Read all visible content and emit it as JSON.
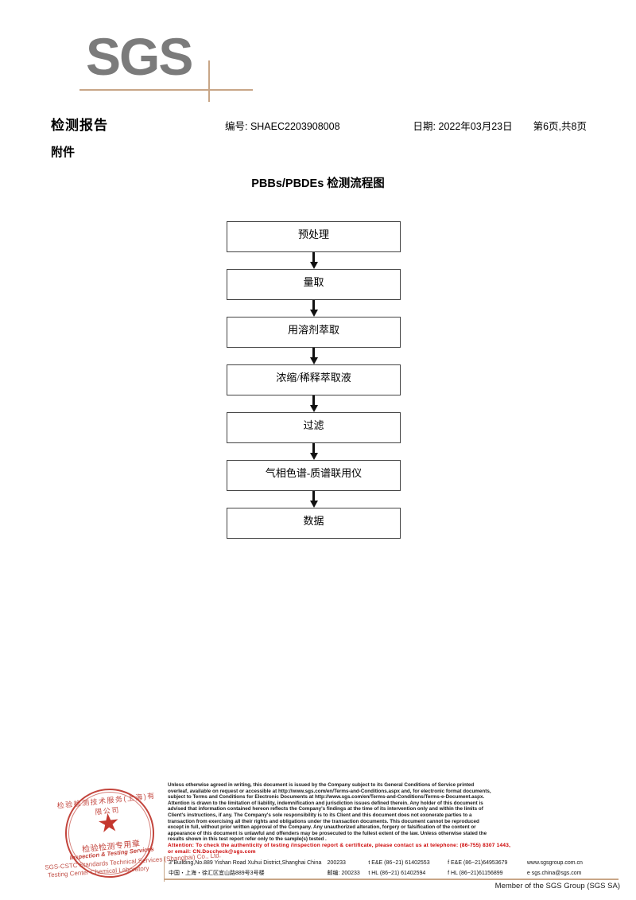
{
  "logo": {
    "text": "SGS"
  },
  "header": {
    "doc_title": "检测报告",
    "doc_subtitle": "附件",
    "report_no": "编号: SHAEC2203908008",
    "date": "日期: 2022年03月23日",
    "page": "第6页,共8页"
  },
  "flowchart": {
    "title": "PBBs/PBDEs 检测流程图",
    "steps": [
      {
        "label": "预处理"
      },
      {
        "label": "量取"
      },
      {
        "label": "用溶剂萃取"
      },
      {
        "label": "浓缩/稀释萃取液"
      },
      {
        "label": "过滤"
      },
      {
        "label": "气相色谱-质谱联用仪"
      },
      {
        "label": "数据"
      }
    ]
  },
  "seal": {
    "arc_top": "检验检测技术服务(上海)有限公司",
    "center_cn": "检验检测专用章",
    "center_en": "Inspection & Testing Services",
    "bottom_line_1": "SGS-CSTC Standards Technical Services (Shanghai) Co., Ltd.",
    "bottom_line_2": "Testing Center Chemical Laboratory",
    "star_glyph": "★",
    "color": "#bb2b22"
  },
  "footer": {
    "fineprint": [
      "Unless otherwise agreed in writing, this document is issued by the Company subject to its General Conditions of Service printed",
      "overleaf, available on request or accessible at http://www.sgs.com/en/Terms-and-Conditions.aspx and, for electronic format documents,",
      "subject to Terms and Conditions for Electronic Documents at http://www.sgs.com/en/Terms-and-Conditions/Terms-e-Document.aspx.",
      "Attention is drawn to the limitation of liability, indemnification and jurisdiction issues defined therein. Any holder of this document is",
      "advised that information contained hereon reflects the Company's findings at the time of its intervention only and within the limits of",
      "Client's instructions, if any. The Company's sole responsibility is to its Client and this document does not exonerate parties to a",
      "transaction from exercising all their rights and obligations under the transaction documents. This document cannot be reproduced",
      "except in full, without prior written approval of the Company. Any unauthorized alteration, forgery or falsification of the content or",
      "appearance of this document is unlawful and offenders may be prosecuted to the fullest extent of the law. Unless otherwise stated the",
      "results shown in this test report refer only to the sample(s) tested ."
    ],
    "attention": [
      "Attention: To check the authenticity of testing /inspection report & certificate, please contact us at telephone: (86-755) 8307 1443,",
      "or email: CN.Doccheck@sgs.com"
    ],
    "attention_color": "#cc0000",
    "address": {
      "en_line": "3\"Building,No.889 Yishan Road Xuhui District,Shanghai China",
      "en_zip": "200233",
      "en_tel1": "t E&E (86−21) 61402553",
      "en_tel2": "f E&E (86−21)64953679",
      "en_web": "www.sgsgroup.com.cn",
      "cn_line": "中国・上海・徐汇区宜山路889号3号楼",
      "cn_zip_label": "邮编:",
      "cn_zip": "200233",
      "cn_tel1": "t HL (86−21) 61402594",
      "cn_tel2": "f HL (86−21)61156899",
      "cn_email": "e  sgs.china@sgs.com"
    },
    "member": "Member of the SGS Group (SGS SA)",
    "rule_color": "#c8a687"
  }
}
